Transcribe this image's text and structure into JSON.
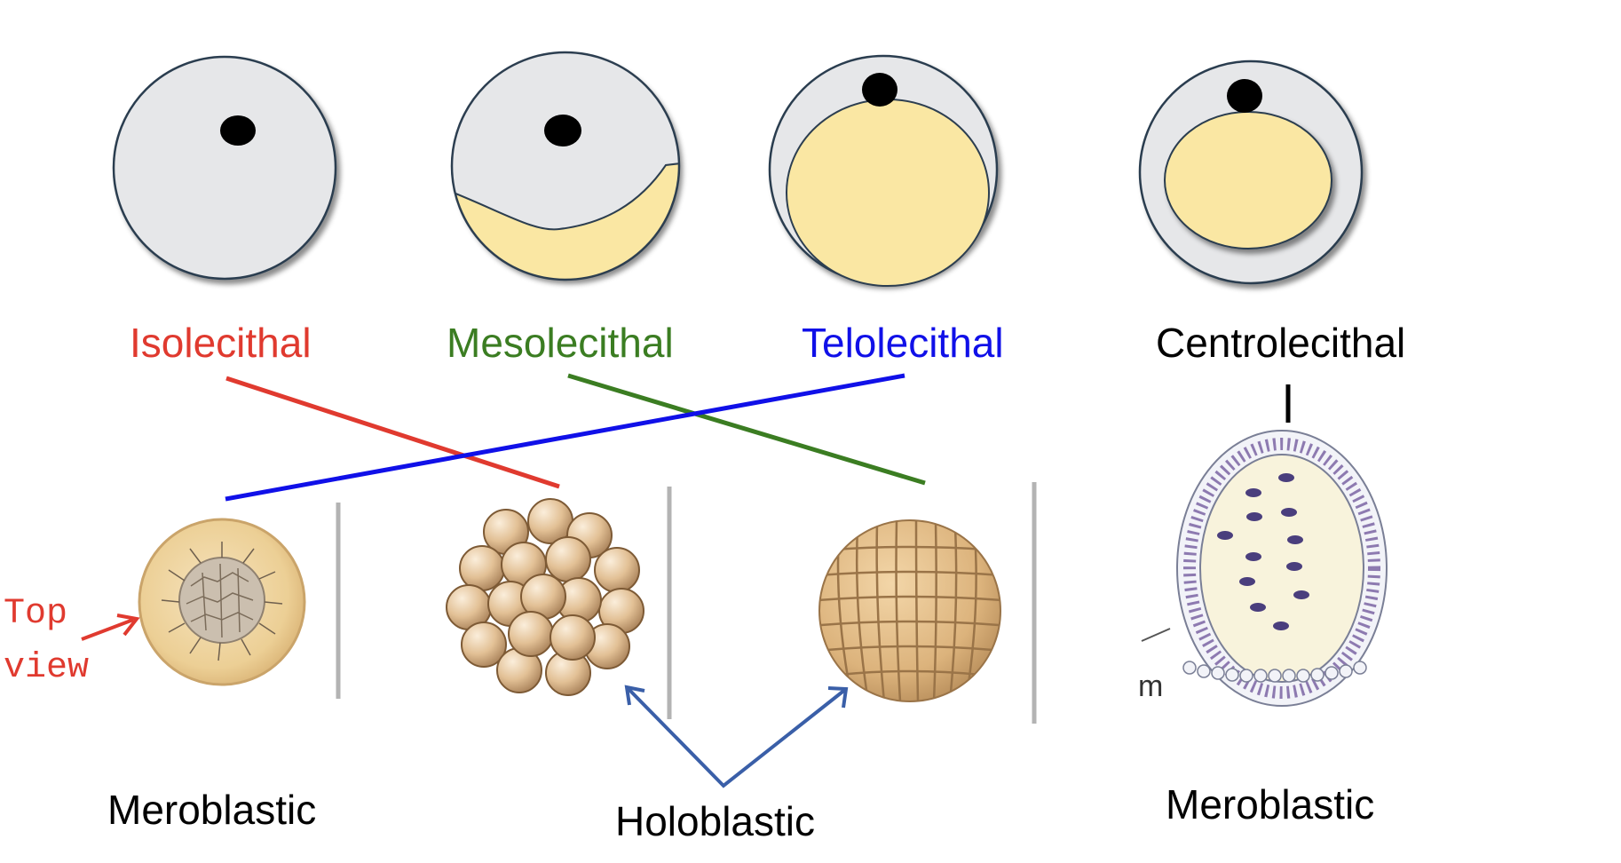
{
  "egg_types": {
    "isolecithal": {
      "label": "Isolecithal",
      "color": "#e03a2f"
    },
    "mesolecithal": {
      "label": "Mesolecithal",
      "color": "#3b7d22"
    },
    "telolecithal": {
      "label": "Telolecithal",
      "color": "#1010e8"
    },
    "centrolecithal": {
      "label": "Centrolecithal",
      "color": "#000000"
    }
  },
  "cleavage_labels": {
    "left": "Meroblastic",
    "middle": "Holoblastic",
    "right": "Meroblastic"
  },
  "annotations": {
    "top_view_line1": "Top",
    "top_view_line2": "view",
    "top_view_color": "#e03a2f",
    "holoblastic_arrow_color": "#3a5fa8",
    "fragment_letter": "m"
  },
  "colors": {
    "cytoplasm": "#e6e7e9",
    "yolk": "#fae7a3",
    "nucleus": "#000000",
    "outline": "#2c3e50"
  }
}
